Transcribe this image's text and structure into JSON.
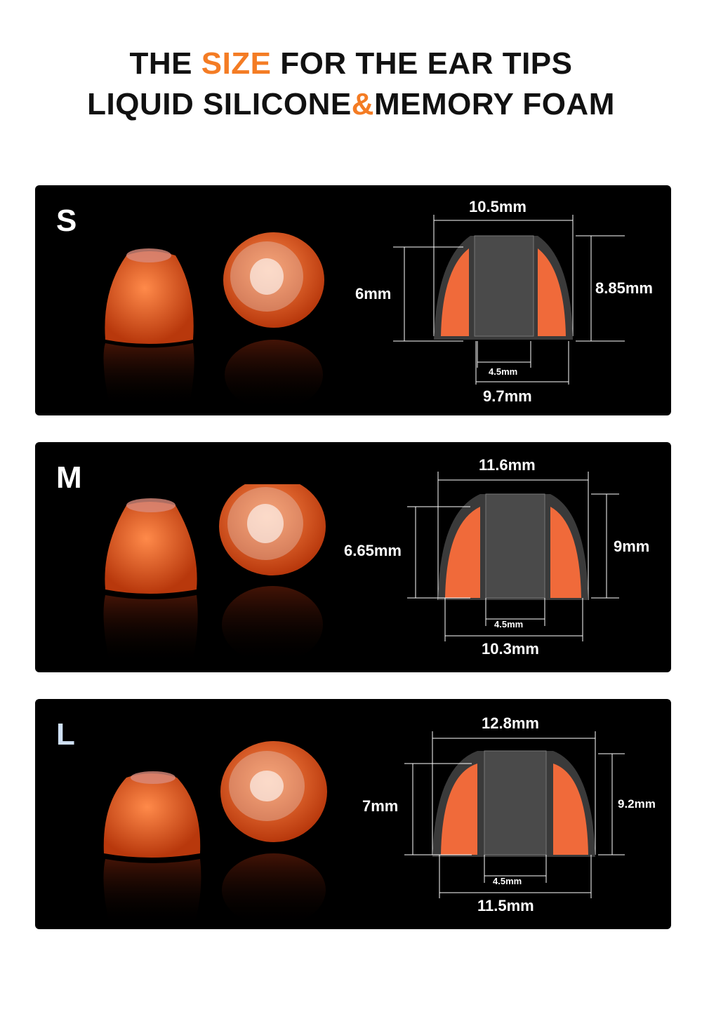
{
  "heading": {
    "line1_pre": "THE ",
    "line1_accent": "SIZE",
    "line1_post": " FOR THE EAR TIPS",
    "line2_pre": "LIQUID SILICONE",
    "line2_accent": "&",
    "line2_post": "MEMORY FOAM"
  },
  "colors": {
    "accent": "#f47c24",
    "foam": "#f06a3a",
    "shell": "#3a3a3a",
    "panel": "#000000"
  },
  "sizes": [
    {
      "letter": "S",
      "top_width": "10.5mm",
      "height_outer": "8.85mm",
      "height_inner": "6mm",
      "bore": "4.5mm",
      "base_width": "9.7mm"
    },
    {
      "letter": "M",
      "top_width": "11.6mm",
      "height_outer": "9mm",
      "height_inner": "6.65mm",
      "bore": "4.5mm",
      "base_width": "10.3mm"
    },
    {
      "letter": "L",
      "top_width": "12.8mm",
      "height_outer": "9.2mm",
      "height_inner": "7mm",
      "bore": "4.5mm",
      "base_width": "11.5mm"
    }
  ]
}
